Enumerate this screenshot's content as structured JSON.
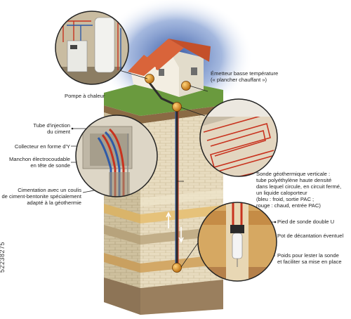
{
  "labels": {
    "pompe": "Pompe à chaleur",
    "emetteur": "Émetteur basse température\n(« plancher chauffant »)",
    "tube_injection": "Tube d'injection\ndu ciment",
    "collecteur": "Collecteur en forme d'Y",
    "manchon": "Manchon électrocoudable\nen tête de sonde",
    "cimentation": "Cimentation avec un coulis\nde ciment-bentonite spécialement\nadapté à la géothermie",
    "sonde": "Sonde géothermique verticale :\ntube polyéthylène haute densité\ndans lequel circule, en circuit fermé,\nun liquide caloporteur\n(bleu : froid, sortie PAC ;\nrouge : chaud, entrée PAC)",
    "pied": "Pied de sonde double U",
    "pot": "Pot de décantation éventuel",
    "poids": "Poids pour lester la sonde\net faciliter sa mise en place"
  },
  "stock_id": "52238275",
  "colors": {
    "hot": "#c8321e",
    "cold": "#2e5aa8",
    "dot": "#e69a1c",
    "roof": "#d9643a",
    "bluehalo": "#3a5fb0"
  }
}
